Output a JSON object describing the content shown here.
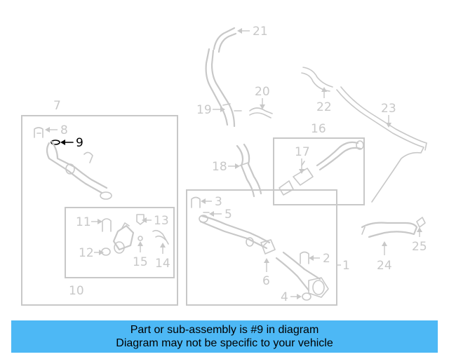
{
  "diagram": {
    "highlighted_part": "9",
    "highlight_color": "#000000",
    "part_color": "#c8c8c8",
    "callouts": [
      {
        "id": "c1",
        "label": "1"
      },
      {
        "id": "c2",
        "label": "2"
      },
      {
        "id": "c3",
        "label": "3"
      },
      {
        "id": "c4",
        "label": "4"
      },
      {
        "id": "c5",
        "label": "5"
      },
      {
        "id": "c6",
        "label": "6"
      },
      {
        "id": "c7",
        "label": "7"
      },
      {
        "id": "c8",
        "label": "8"
      },
      {
        "id": "c9",
        "label": "9"
      },
      {
        "id": "c10",
        "label": "10"
      },
      {
        "id": "c11",
        "label": "11"
      },
      {
        "id": "c12",
        "label": "12"
      },
      {
        "id": "c13",
        "label": "13"
      },
      {
        "id": "c14",
        "label": "14"
      },
      {
        "id": "c15",
        "label": "15"
      },
      {
        "id": "c16",
        "label": "16"
      },
      {
        "id": "c17",
        "label": "17"
      },
      {
        "id": "c18",
        "label": "18"
      },
      {
        "id": "c19",
        "label": "19"
      },
      {
        "id": "c20",
        "label": "20"
      },
      {
        "id": "c21",
        "label": "21"
      },
      {
        "id": "c22",
        "label": "22"
      },
      {
        "id": "c23",
        "label": "23"
      },
      {
        "id": "c24",
        "label": "24"
      },
      {
        "id": "c25",
        "label": "25"
      }
    ]
  },
  "banner": {
    "line1": "Part or sub-assembly is #9 in diagram",
    "line2": "Diagram may not be specific to your vehicle",
    "background": "#4db8f5"
  }
}
